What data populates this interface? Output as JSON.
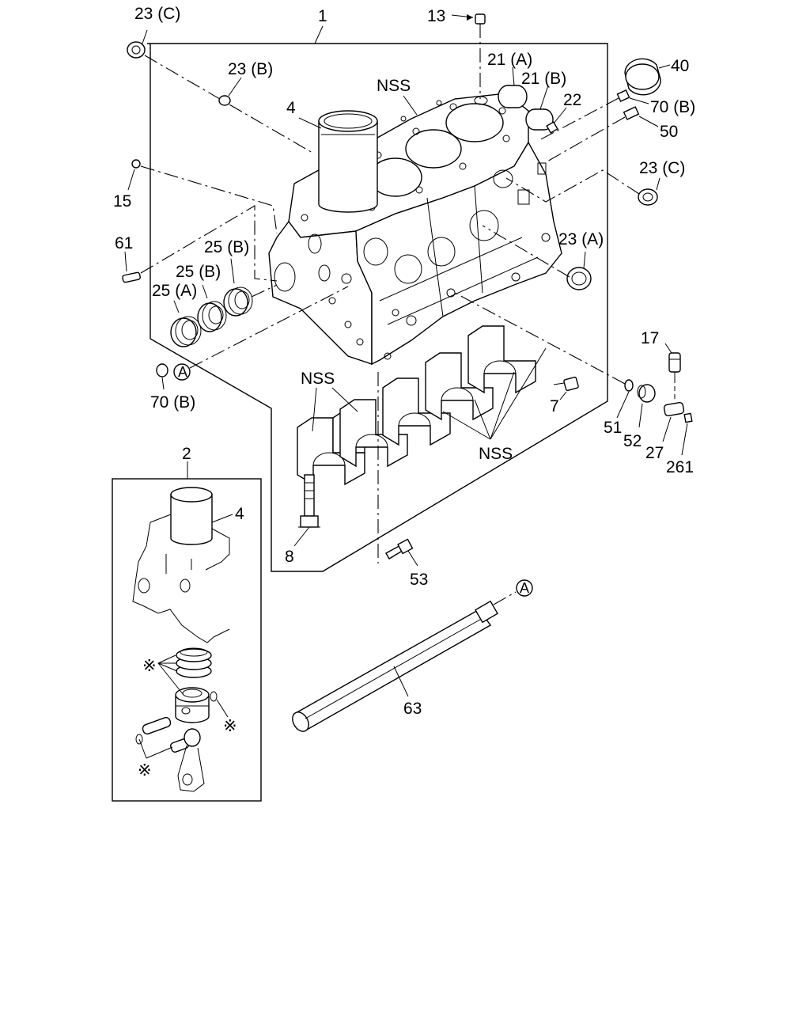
{
  "callouts": {
    "c1": "1",
    "c2": "2",
    "c4a": "4",
    "c4b": "4",
    "c7": "7",
    "c8": "8",
    "c13": "13",
    "c15": "15",
    "c17": "17",
    "c21a": "21 (A)",
    "c21b": "21 (B)",
    "c22": "22",
    "c23a": "23 (A)",
    "c23b": "23 (B)",
    "c23c1": "23 (C)",
    "c23c2": "23 (C)",
    "c25a": "25 (A)",
    "c25b1": "25 (B)",
    "c25b2": "25 (B)",
    "c27": "27",
    "c40": "40",
    "c50": "50",
    "c51": "51",
    "c52": "52",
    "c53": "53",
    "c61": "61",
    "c63": "63",
    "c70b1": "70 (B)",
    "c70b2": "70 (B)",
    "c261": "261",
    "nss1": "NSS",
    "nss2": "NSS",
    "nss3": "NSS",
    "refA1": "A",
    "refA2": "A",
    "ast1": "※",
    "ast2": "※",
    "ast3": "※"
  }
}
